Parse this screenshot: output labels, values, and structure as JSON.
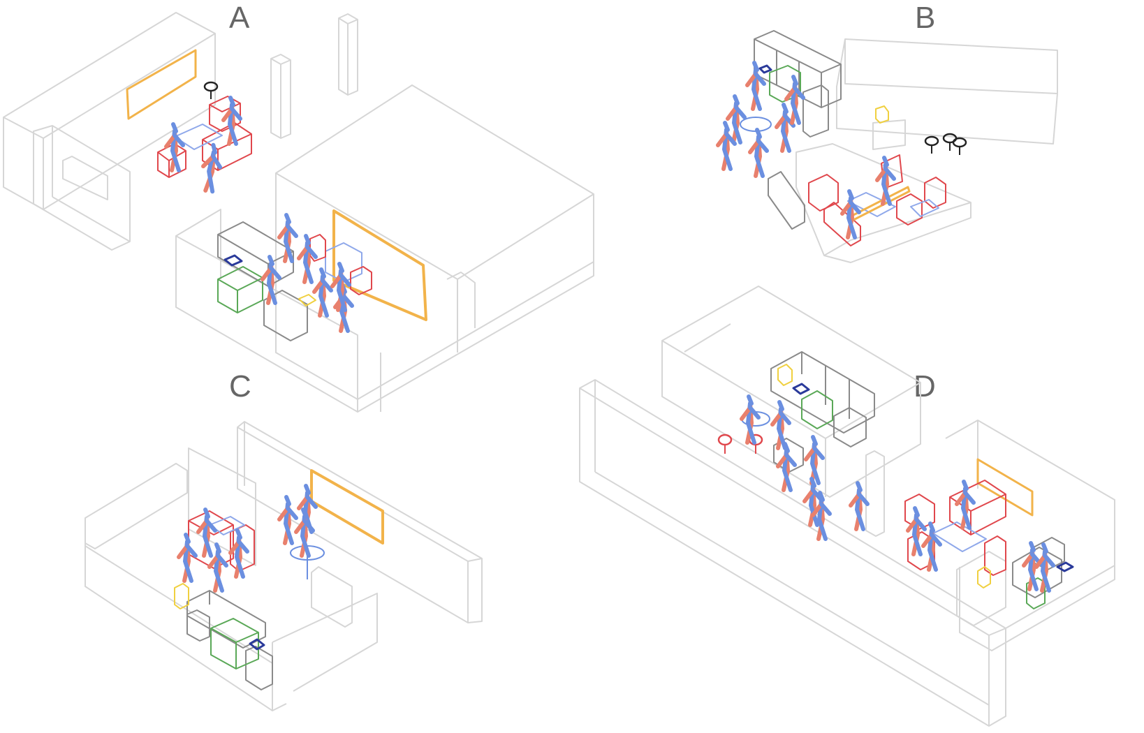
{
  "panels": [
    {
      "label": "A"
    },
    {
      "label": "B"
    },
    {
      "label": "C"
    },
    {
      "label": "D"
    }
  ],
  "colors": {
    "wall": "#d6d6d6",
    "human_left": "#e8806d",
    "human_right": "#6b8fe0",
    "chair": "#e0474c",
    "table": "#8fa8ea",
    "whiteboard": "#f2b34a",
    "shelf": "#8a8a8a",
    "plant": "#5aa857",
    "monitor": "#2a3a9a",
    "small_box": "#f0d040",
    "lamp": "#222222"
  },
  "icons": {
    "human": "stick-figure-icon",
    "lamp": "circle-on-stem-icon"
  }
}
